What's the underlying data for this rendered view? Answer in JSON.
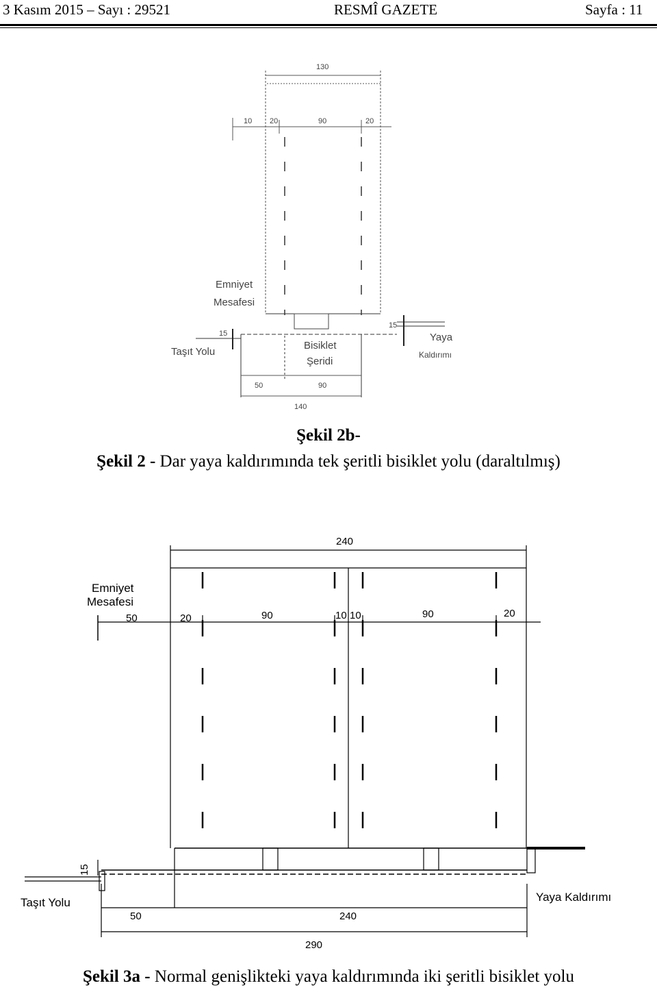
{
  "header": {
    "date_issue": "3 Kasım 2015 – Sayı : 29521",
    "title": "RESMÎ GAZETE",
    "page": "Sayfa : 11"
  },
  "figure_2b": {
    "dims": {
      "total_top": "130",
      "safety": "10",
      "edge_left": "20",
      "lane": "90",
      "edge_right": "20",
      "curb_h_left": "15",
      "curb_h_right": "15",
      "bottom_a": "50",
      "bottom_b": "90",
      "bottom_total": "140"
    },
    "labels": {
      "safety_line1": "Emniyet",
      "safety_line2": "Mesafesi",
      "roadway": "Taşıt Yolu",
      "lane_line1": "Bisiklet",
      "lane_line2": "Şeridi",
      "sidewalk_line1": "Yaya",
      "sidewalk_line2": "Kaldırımı"
    },
    "subcaption": "Şekil 2b-",
    "caption_bold": "Şekil 2 -",
    "caption_text": " Dar yaya kaldırımında tek şeritli bisiklet yolu (daraltılmış)"
  },
  "figure_3a": {
    "dims": {
      "total_top": "240",
      "safety": "50",
      "edge_left": "20",
      "lane_left": "90",
      "center_left": "10",
      "center_right": "10",
      "lane_right": "90",
      "edge_right": "20",
      "curb_h": "15",
      "bottom_safety": "50",
      "bottom_width": "240",
      "bottom_total": "290"
    },
    "labels": {
      "safety_line1": "Emniyet",
      "safety_line2": "Mesafesi",
      "roadway": "Taşıt Yolu",
      "sidewalk": "Yaya Kaldırımı"
    },
    "caption_bold": "Şekil 3a -",
    "caption_text": " Normal genişlikteki yaya kaldırımında iki şeritli bisiklet yolu"
  }
}
